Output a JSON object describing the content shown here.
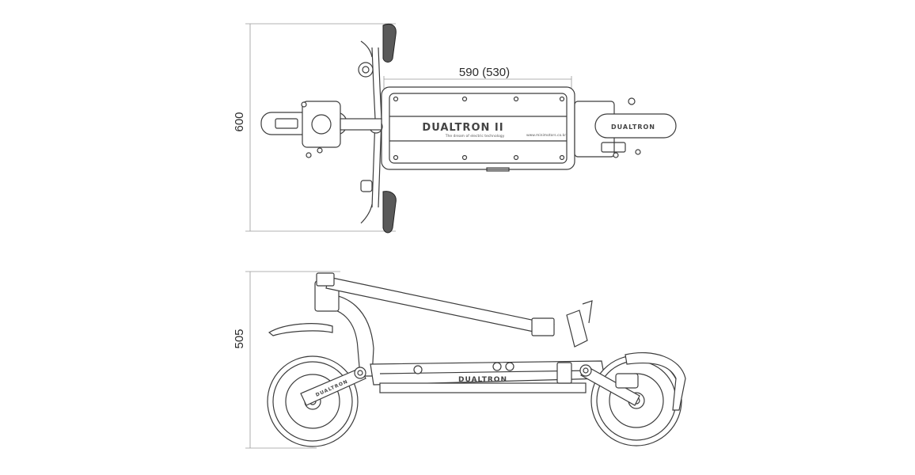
{
  "dimensions": {
    "top_height": "600",
    "deck_length": "590 (530)",
    "side_height": "505"
  },
  "branding": {
    "deck_logo": "DUALTRON II",
    "deck_tagline": "The dream of electric technology",
    "deck_url": "www.minimotors.co.kr",
    "fender_logo": "DUALTRON",
    "swingarm_logo": "DUALTRON"
  },
  "colors": {
    "line": "#3c3c3c",
    "dimension_line": "#9a9a9a",
    "grip": "#5a5a5a",
    "background": "#ffffff"
  }
}
